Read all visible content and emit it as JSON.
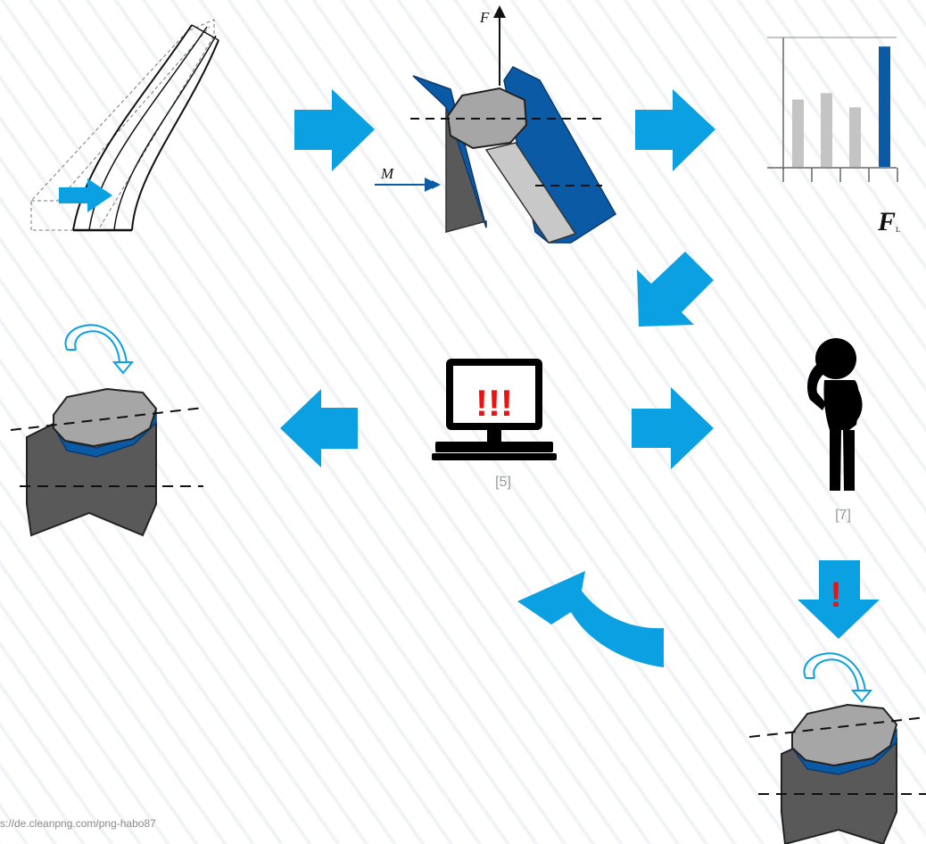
{
  "labels": {
    "force": "F",
    "moment": "M",
    "force_subscript_main": "F",
    "force_subscript_small": "L",
    "alarm": "!!!",
    "warning": "!"
  },
  "captions": {
    "computer": "[5]",
    "person": "[7]"
  },
  "footer": {
    "source": "s://de.cleanpng.com/png-habo87"
  },
  "bar_chart_icon": {
    "values": [
      0.52,
      0.57,
      0.46,
      0.93
    ],
    "highlight_index": 3
  },
  "colors": {
    "accent_blue": "#0aa0e1",
    "dark_blue": "#0b5aa6",
    "mid_gray": "#a6a6a6",
    "dark_gray": "#595959",
    "alarm_red": "#ee1111"
  },
  "icons": [
    "arrow-right-icon",
    "arrow-down-left-icon",
    "arrow-left-icon",
    "arrow-down-icon",
    "curved-arrow-icon",
    "rotation-arrow-icon",
    "computer-icon",
    "person-icon",
    "bar-chart-icon"
  ]
}
